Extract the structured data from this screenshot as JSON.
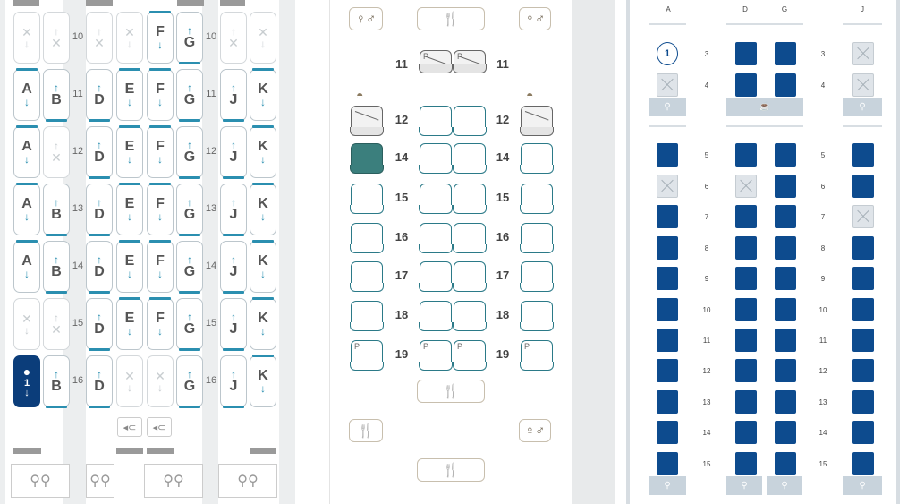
{
  "panel1": {
    "row_numbers": [
      "10",
      "11",
      "12",
      "13",
      "14",
      "15",
      "16"
    ],
    "columns": [
      "A",
      "B",
      "D",
      "E",
      "F",
      "G",
      "J",
      "K"
    ],
    "rows": [
      {
        "row": "10",
        "seats": [
          [
            "x",
            "na"
          ],
          [
            "x",
            "na"
          ],
          [
            "x",
            "na"
          ],
          [
            "x",
            "na"
          ],
          [
            "F",
            "avail"
          ],
          [
            "G",
            "avail"
          ],
          [
            "x",
            "na"
          ],
          [
            "x",
            "na"
          ]
        ]
      },
      {
        "row": "11",
        "seats": [
          [
            "A",
            "avail"
          ],
          [
            "B",
            "avail"
          ],
          [
            "D",
            "avail"
          ],
          [
            "E",
            "avail"
          ],
          [
            "F",
            "avail"
          ],
          [
            "G",
            "avail"
          ],
          [
            "J",
            "avail"
          ],
          [
            "K",
            "avail"
          ]
        ]
      },
      {
        "row": "12",
        "seats": [
          [
            "A",
            "avail"
          ],
          [
            "x",
            "na"
          ],
          [
            "D",
            "avail"
          ],
          [
            "E",
            "avail"
          ],
          [
            "F",
            "avail"
          ],
          [
            "G",
            "avail"
          ],
          [
            "J",
            "avail"
          ],
          [
            "K",
            "avail"
          ]
        ]
      },
      {
        "row": "13",
        "seats": [
          [
            "A",
            "avail"
          ],
          [
            "B",
            "avail"
          ],
          [
            "D",
            "avail"
          ],
          [
            "E",
            "avail"
          ],
          [
            "F",
            "avail"
          ],
          [
            "G",
            "avail"
          ],
          [
            "J",
            "avail"
          ],
          [
            "K",
            "avail"
          ]
        ]
      },
      {
        "row": "14",
        "seats": [
          [
            "A",
            "avail"
          ],
          [
            "B",
            "avail"
          ],
          [
            "D",
            "avail"
          ],
          [
            "E",
            "avail"
          ],
          [
            "F",
            "avail"
          ],
          [
            "G",
            "avail"
          ],
          [
            "J",
            "avail"
          ],
          [
            "K",
            "avail"
          ]
        ]
      },
      {
        "row": "15",
        "seats": [
          [
            "x",
            "na"
          ],
          [
            "x",
            "na"
          ],
          [
            "D",
            "avail"
          ],
          [
            "E",
            "avail"
          ],
          [
            "F",
            "avail"
          ],
          [
            "G",
            "avail"
          ],
          [
            "J",
            "avail"
          ],
          [
            "K",
            "avail"
          ]
        ]
      },
      {
        "row": "16",
        "seats": [
          [
            "person",
            "selected"
          ],
          [
            "B",
            "avail"
          ],
          [
            "D",
            "avail"
          ],
          [
            "x",
            "na"
          ],
          [
            "x",
            "na"
          ],
          [
            "G",
            "avail"
          ],
          [
            "J",
            "avail"
          ],
          [
            "K",
            "avail"
          ]
        ]
      }
    ],
    "selected_seat_number": "1",
    "lavatory_icon": "restroom-icon",
    "galley_icon": "galley-icon"
  },
  "panel2": {
    "rows": [
      "11",
      "12",
      "14",
      "15",
      "16",
      "17",
      "18",
      "19"
    ],
    "facility_icons": {
      "lavatory": "restroom-icon",
      "galley": "meal-icon",
      "bassinet": "bassinet-icon"
    },
    "seat_label_p": "P"
  },
  "panel3": {
    "column_headers": [
      "A",
      "D",
      "G",
      "J"
    ],
    "rows": [
      "3",
      "4",
      "5",
      "6",
      "7",
      "8",
      "9",
      "10",
      "11",
      "12",
      "13",
      "14",
      "15"
    ],
    "selected_label": "1",
    "facility_icons": {
      "lavatory": "restroom-icon",
      "galley": "coffee-icon"
    },
    "colors": {
      "seat": "#0d4b8e",
      "unavailable": "#dfe4e9",
      "facility": "#c8d3dc"
    }
  }
}
